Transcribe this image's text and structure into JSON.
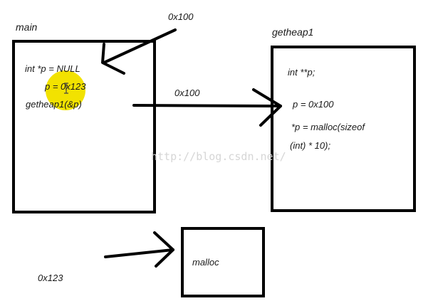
{
  "colors": {
    "ink": "#000000",
    "text": "#1a1a1a",
    "highlight": "#f2e200",
    "watermark": "#d6d6d6"
  },
  "main_frame": {
    "title": "main",
    "line1": "int *p = NULL",
    "line2": "p = 0x123",
    "line3": "getheap1(&p)"
  },
  "getheap1_frame": {
    "title": "getheap1",
    "line1": "int **p;",
    "line2": "p = 0x100",
    "line3": "*p = malloc(sizeof",
    "line4": "(int) * 10);"
  },
  "malloc_block": {
    "label": "malloc"
  },
  "addresses": {
    "top": "0x100",
    "middle": "0x100",
    "bottom": "0x123"
  },
  "watermark": "http://blog.csdn.net/",
  "cursor_icon": "text-cursor-icon"
}
